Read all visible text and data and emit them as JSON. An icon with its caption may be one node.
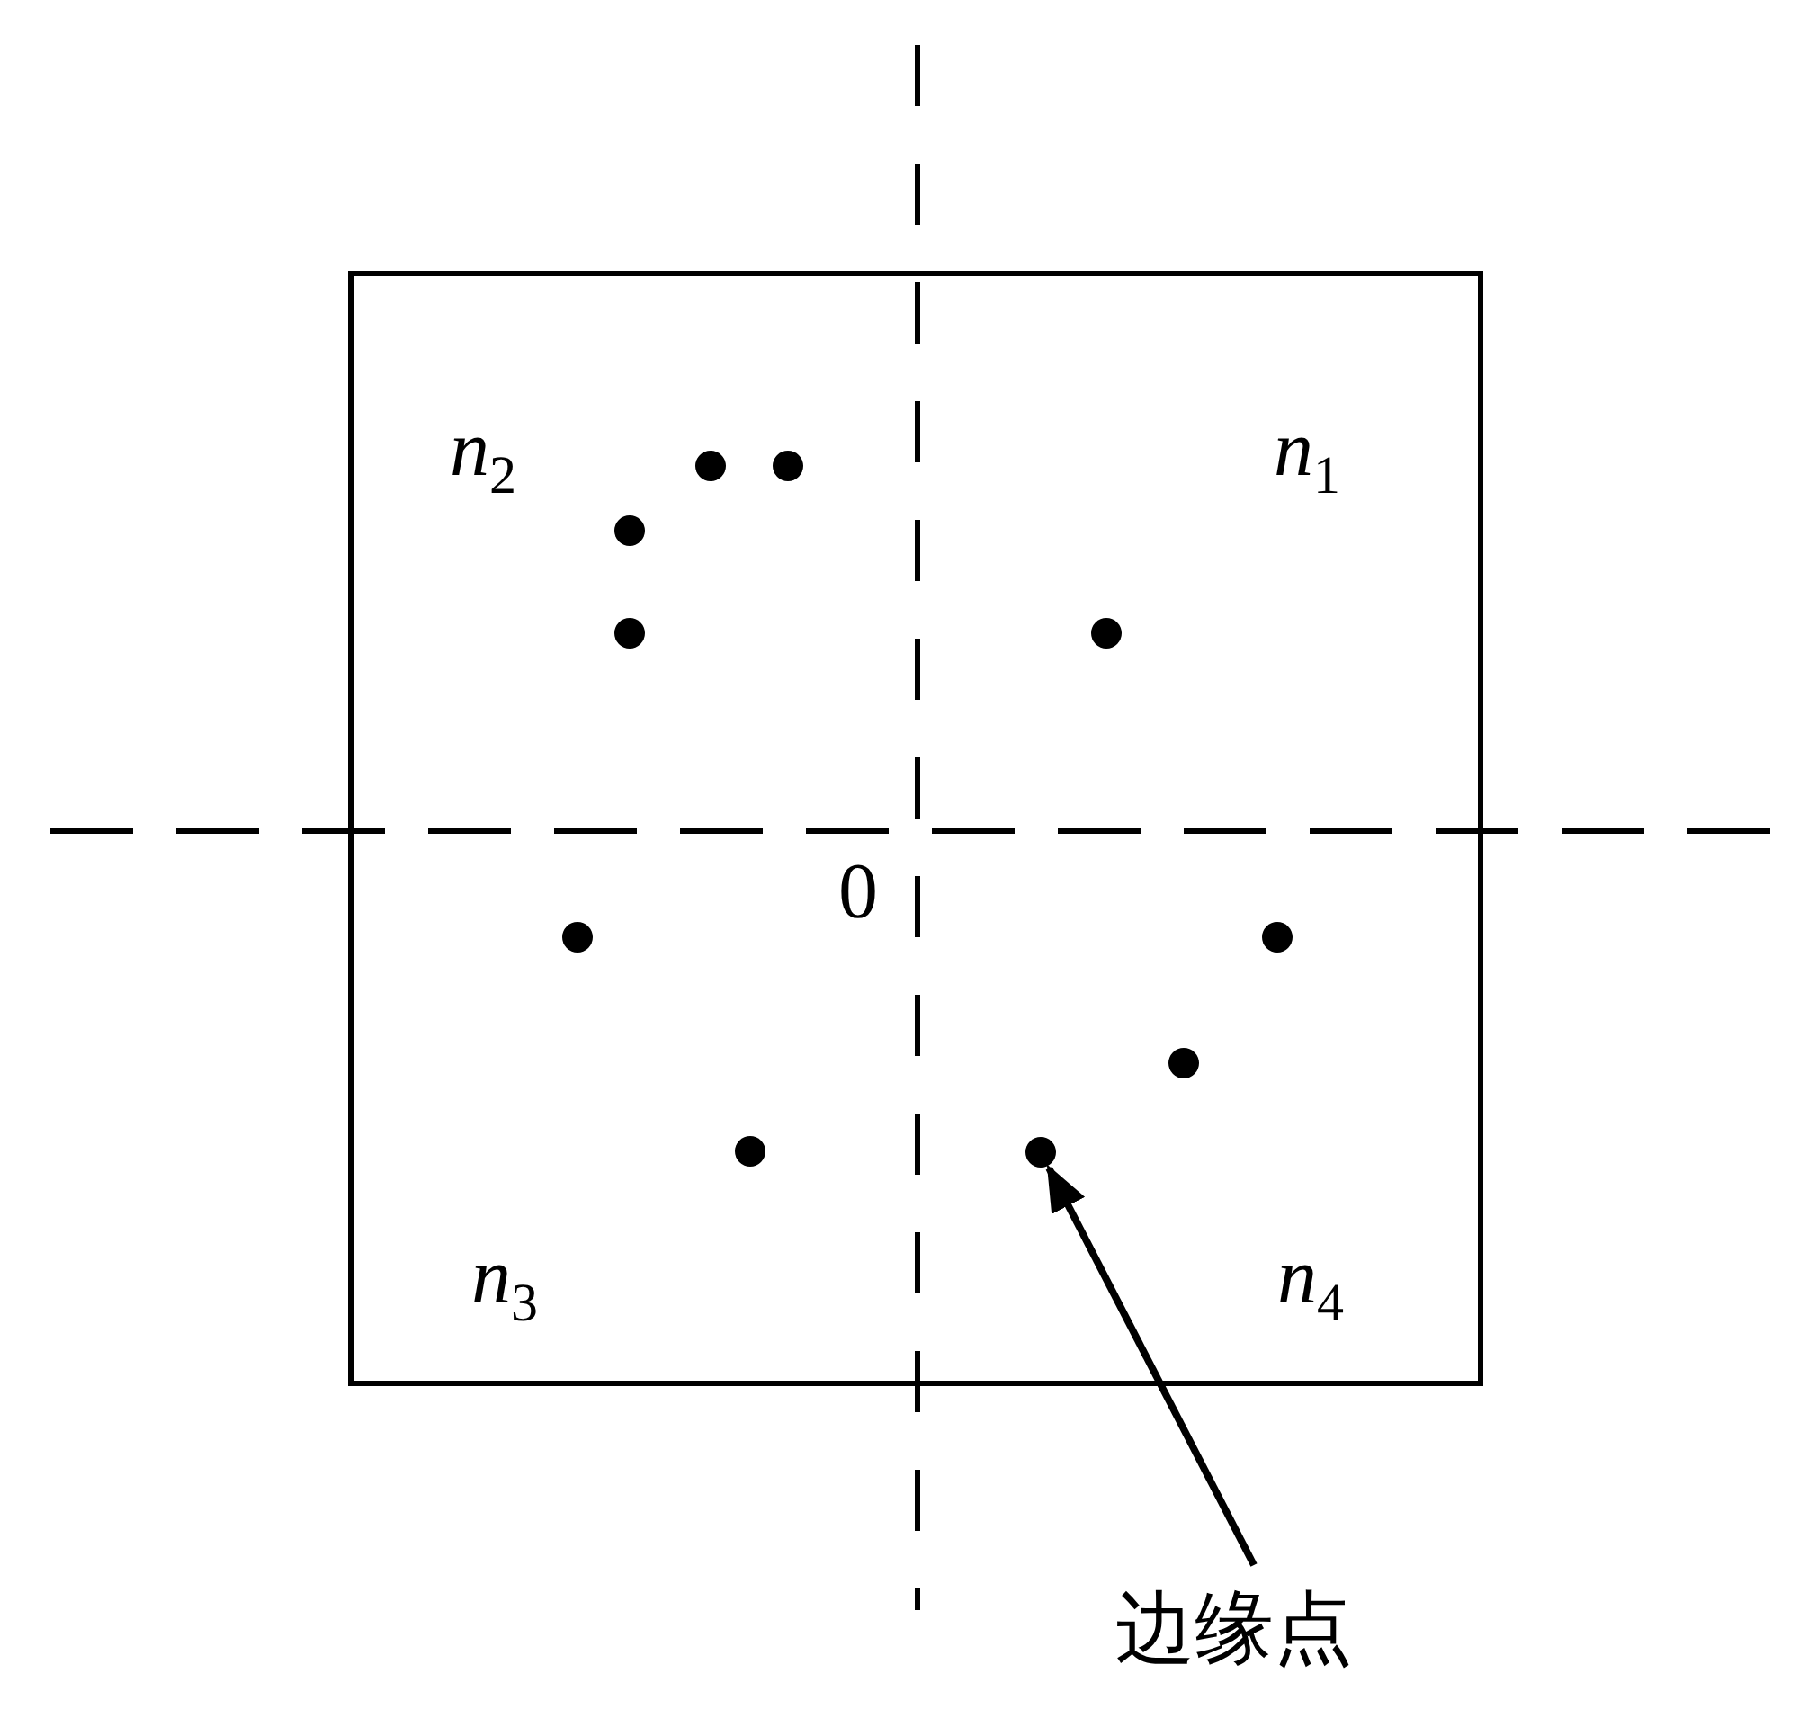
{
  "diagram": {
    "nodes": [
      {
        "text": [
          "边缘点"
        ]
      },
      {
        "text": [],
        "shape": "circle"
      }
    ],
    "edges": [
      {
        "from": 0,
        "to": 1,
        "arrow": "to"
      }
    ],
    "labels": [
      "*n*$_{2}$",
      "*n*$_{1}$",
      "0",
      "*n*$_{3}$",
      "*n*$_{4}$"
    ]
  }
}
